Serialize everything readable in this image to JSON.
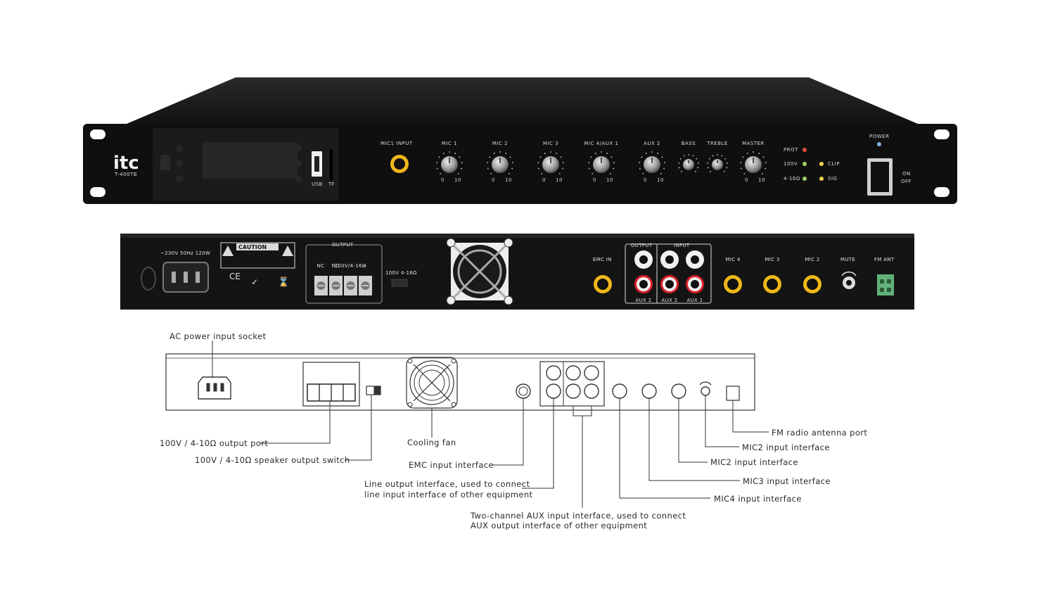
{
  "front_panel": {
    "brand": "itc",
    "model": "T-400TB",
    "usb_label": "USB",
    "tf_label": "TF",
    "mic_input_label": "MIC1 INPUT",
    "knobs": [
      "MIC 1",
      "MIC 2",
      "MIC 3",
      "MIC 4/AUX 1",
      "AUX 2",
      "BASS",
      "TREBLE",
      "MASTER"
    ],
    "knob_scale_min": "0",
    "knob_scale_max": "10",
    "indicators": [
      "PROT",
      "100V",
      "4-16Ω",
      "CLIP",
      "SIG"
    ],
    "power_label": "POWER",
    "switch_on": "ON",
    "switch_off": "OFF"
  },
  "rear_panel": {
    "mains_label": "~230V 50Hz 120W",
    "caution_label": "CAUTION",
    "output_label": "OUTPUT",
    "output_terminals": [
      "NC",
      "NC",
      "100V/4-16Ω",
      "+"
    ],
    "switch_label": "100V  4-16Ω",
    "emc_label": "EMC IN",
    "output_group_label": "OUTPUT",
    "input_group_label": "INPUT",
    "rca_labels": [
      "AUX 2",
      "AUX 2",
      "AUX 1"
    ],
    "mic_jacks": [
      "MIC 4",
      "MIC 3",
      "MIC 2"
    ],
    "mute_label": "MUTE",
    "fm_ant_label": "FM ANT"
  },
  "callouts": {
    "ac_power": "AC power input socket",
    "output_port": "100V / 4-10Ω output port",
    "speaker_switch": "100V / 4-10Ω speaker output switch",
    "cooling_fan": "Cooling fan",
    "emc_input": "EMC input interface",
    "line_output_1": "Line output interface, used to connect",
    "line_output_2": "line input interface of other equipment",
    "aux_input_1": "Two-channel AUX input interface, used to connect",
    "aux_input_2": "AUX output interface of other equipment",
    "fm_antenna": "FM radio antenna port",
    "mic2_a": "MIC2 input interface",
    "mic2_b": "MIC2 input interface",
    "mic3": "MIC3 input interface",
    "mic4": "MIC4 input interface"
  }
}
